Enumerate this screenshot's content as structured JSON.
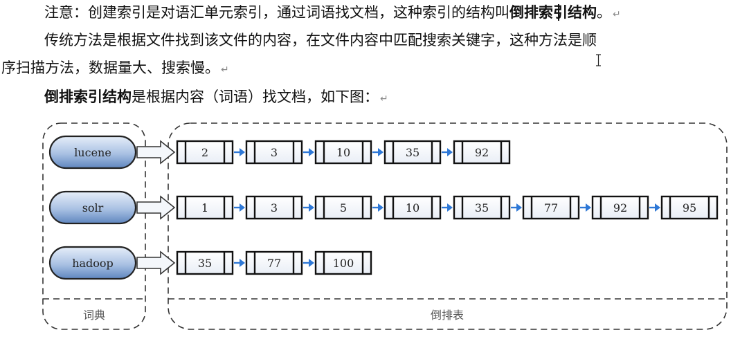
{
  "paragraph1": {
    "text": "注意：创建索引是对语汇单元索引，通过词语找文档，这种索引的结构叫",
    "bold": "倒排索引结构",
    "end": "。",
    "mark": "↵"
  },
  "paragraph2": {
    "text": "传统方法是根据文件找到该文件的内容，在文件内容中匹配搜索关键字，这种方法是顺"
  },
  "paragraph3": {
    "text": "序扫描方法，数据量大、搜索慢。",
    "mark": "↵"
  },
  "paragraph4": {
    "bold": "倒排索引结构",
    "text": "是根据内容（词语）找文档，如下图：",
    "mark": "↵"
  },
  "diagram": {
    "dictionary_caption": "词典",
    "inverted_table_caption": "倒排表",
    "terms": [
      {
        "term": "lucene",
        "postings": [
          "2",
          "3",
          "10",
          "35",
          "92"
        ]
      },
      {
        "term": "solr",
        "postings": [
          "1",
          "3",
          "5",
          "10",
          "35",
          "77",
          "92",
          "95"
        ]
      },
      {
        "term": "hadoop",
        "postings": [
          "35",
          "77",
          "100"
        ]
      }
    ],
    "colors": {
      "pill_fill_light": "#d6e4f5",
      "pill_fill_dark": "#6f92c4",
      "arrow_link": "#2e78d6",
      "dashed_border": "#333333"
    }
  }
}
